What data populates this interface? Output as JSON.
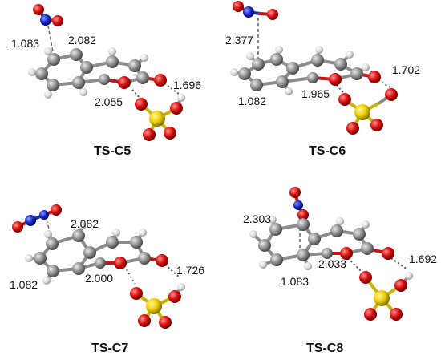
{
  "panels": [
    {
      "id": "ts-c5",
      "title": "TS-C5",
      "labels": [
        "1.083",
        "2.082",
        "2.055",
        "1.696"
      ]
    },
    {
      "id": "ts-c6",
      "title": "TS-C6",
      "labels": [
        "2.377",
        "1.082",
        "1.965",
        "1.702"
      ]
    },
    {
      "id": "ts-c7",
      "title": "TS-C7",
      "labels": [
        "2.082",
        "1.082",
        "2.000",
        "1.726"
      ]
    },
    {
      "id": "ts-c8",
      "title": "TS-C8",
      "labels": [
        "2.303",
        "1.083",
        "2.033",
        "1.692"
      ]
    }
  ],
  "colors": {
    "carbon": "#8c8c8c",
    "hydrogen": "#e6e6e6",
    "oxygen": "#d01010",
    "nitrogen": "#1020c0",
    "sulfur": "#f0d000"
  }
}
